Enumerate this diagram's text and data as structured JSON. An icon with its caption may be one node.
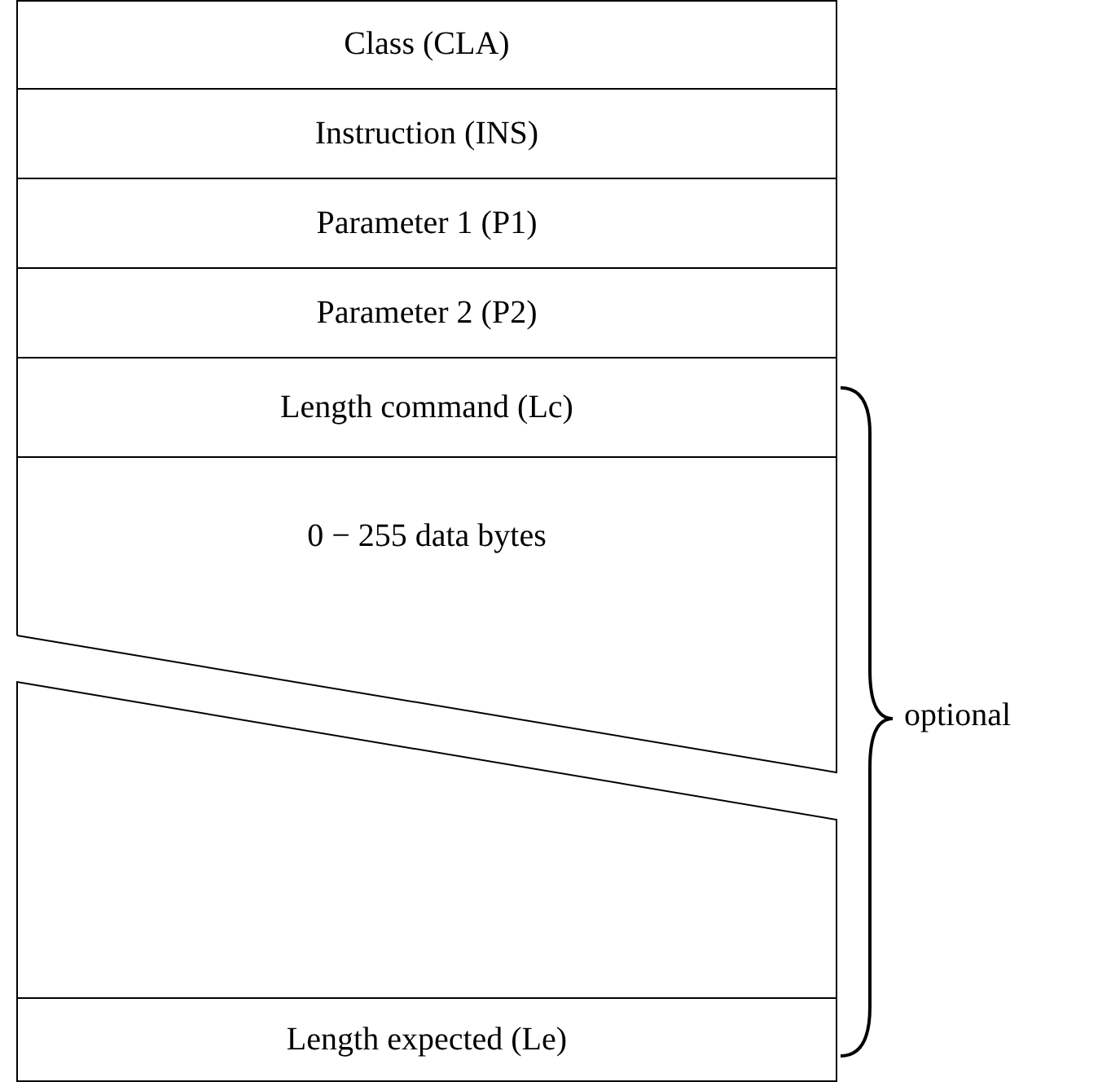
{
  "diagram": {
    "nodes": [
      {
        "text": [
          "Class (CLA)"
        ]
      },
      {
        "text": [
          "Instruction (INS)"
        ]
      },
      {
        "text": [
          "Parameter 1 (P1)"
        ]
      },
      {
        "text": [
          "Parameter 2 (P2)"
        ]
      },
      {
        "text": [
          "Length command (Lc)"
        ]
      },
      {
        "text": [
          "0 − 255 data bytes"
        ]
      },
      {
        "text": [],
        "shape": "box"
      },
      {
        "text": [
          "Length expected (Le)"
        ]
      }
    ],
    "labels": [
      "optional"
    ]
  }
}
